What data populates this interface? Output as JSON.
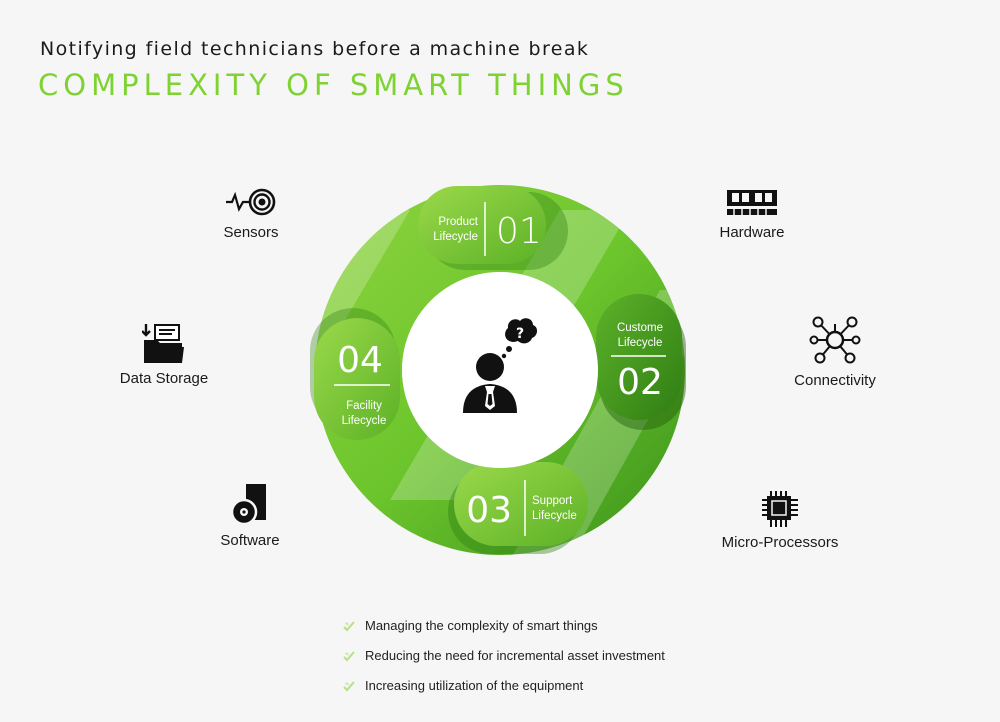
{
  "header": {
    "subtitle": "Notifying field technicians before a machine break",
    "title": "COMPLEXITY OF SMART THINGS"
  },
  "colors": {
    "accent": "#7ed332",
    "ring_dark": "#3f9a1c",
    "ring_light": "#8bd23e",
    "icon": "#111111"
  },
  "left_items": [
    {
      "label": "Sensors",
      "icon": "sensor-icon"
    },
    {
      "label": "Data Storage",
      "icon": "folder-icon"
    },
    {
      "label": "Software",
      "icon": "software-disc-icon"
    }
  ],
  "right_items": [
    {
      "label": "Hardware",
      "icon": "memory-module-icon"
    },
    {
      "label": "Connectivity",
      "icon": "network-icon"
    },
    {
      "label": "Micro-Processors",
      "icon": "chip-icon"
    }
  ],
  "center_icon": "thinking-person-icon",
  "stages": [
    {
      "number": "01",
      "line1": "Product",
      "line2": "Lifecycle"
    },
    {
      "number": "02",
      "line1": "Custome",
      "line2": "Lifecycle"
    },
    {
      "number": "03",
      "line1": "Support",
      "line2": "Lifecycle"
    },
    {
      "number": "04",
      "line1": "Facility",
      "line2": "Lifecycle"
    }
  ],
  "bullets": [
    "Managing the complexity of smart things",
    "Reducing the need for incremental asset investment",
    "Increasing utilization of the equipment"
  ]
}
